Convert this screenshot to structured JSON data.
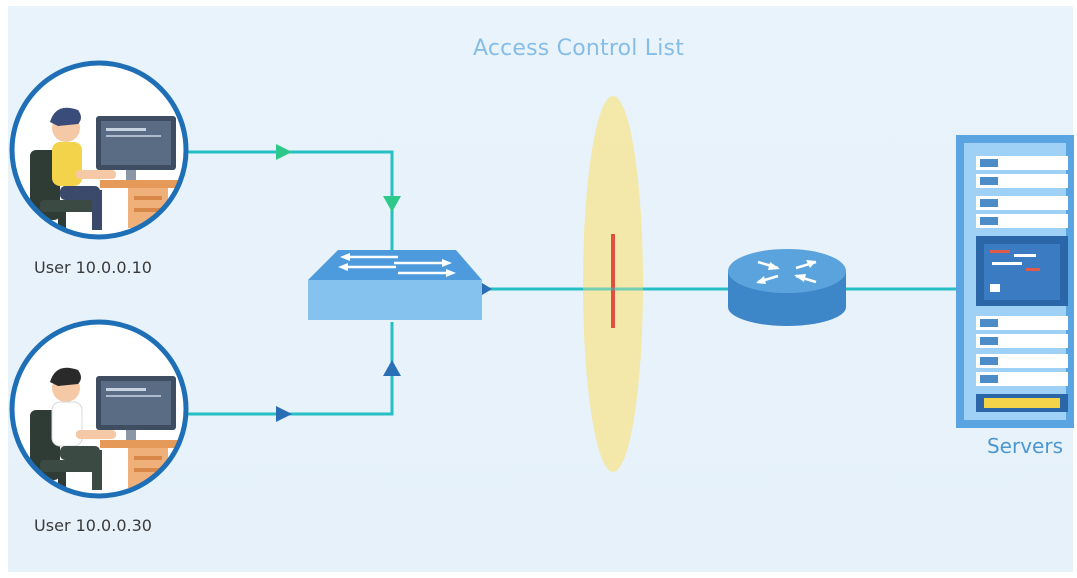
{
  "title": "Access Control List",
  "users": [
    {
      "label": "User 10.0.0.10"
    },
    {
      "label": "User 10.0.0.30"
    }
  ],
  "servers": {
    "label": "Servers"
  },
  "colors": {
    "background": "#e7f2fb",
    "link": "#26c0c4",
    "arrow_green": "#2dc98a",
    "arrow_blue": "#2a6fb6",
    "switch_top": "#4d9bdc",
    "switch_side": "#86c2ee",
    "router": "#5ba3dd",
    "server_rack": "#5aa4e1",
    "filter_lens": "#f4e69a",
    "filter_mark": "#e0503c",
    "title": "#86bde7",
    "servers_label": "#4d97d1"
  }
}
